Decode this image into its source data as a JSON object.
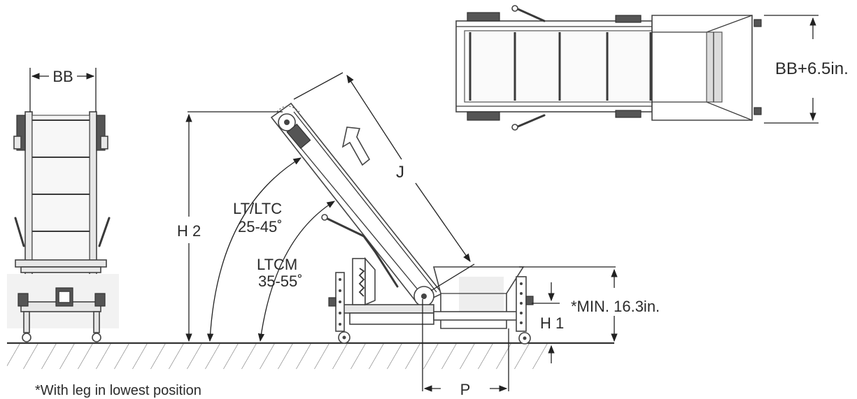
{
  "labels": {
    "bb": "BB",
    "bb_plus": "BB+6.5in.",
    "j": "J",
    "h2": "H 2",
    "lt_ltc": "LT/LTC",
    "lt_ltc_angle": "25-45˚",
    "ltcm": "LTCM",
    "ltcm_angle": "35-55˚",
    "min_height": "*MIN. 16.3in.",
    "h1": "H 1",
    "p": "P",
    "footnote": "*With leg in lowest position"
  }
}
